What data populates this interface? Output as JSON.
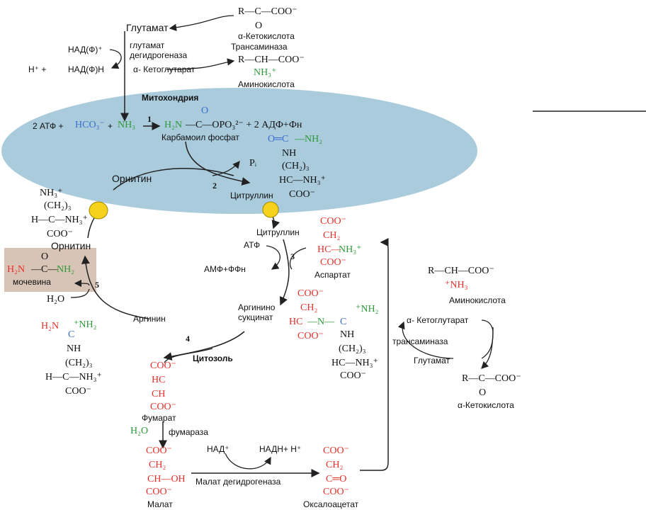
{
  "colors": {
    "mitochondria_fill": "#a9cbdc",
    "enzyme_dot": "#f7d21c",
    "urea_box": "#d8c4b6",
    "nitrogen_green": "#2e9a3a",
    "aspartate_red": "#e8302a",
    "carbonyl_blue": "#3a6fd0"
  },
  "top": {
    "glutamate": "Глутамат",
    "ketoacid_formula": "R—C—COO⁻",
    "ketoacid_o": "O",
    "ketoacid_label": "α-Кетокислота",
    "transaminase": "Трансаминаза",
    "aminoacid_formula": "R—CH—COO⁻",
    "aminoacid_nh3": "NH₃⁺",
    "aminoacid_label": "Аминокислота",
    "nadp_plus": "НАД(Ф)⁺",
    "enzyme_line1": "глутамат",
    "enzyme_line2": "дегидрогеназа",
    "h_plus": "H⁺ +",
    "nadph": "НАД(Ф)Н",
    "alpha_kg": "α- Кетоглутарат"
  },
  "mito": {
    "title": "Митохондрия",
    "eq_left": "2 АТФ +",
    "hco3": "HCO₃⁻",
    "plus": "+",
    "nh3": "NH₃",
    "step1": "1",
    "cp_h2n": "H₂N",
    "cp_rest": "—C—OPO₃²⁻ + 2 АДФ+Фн",
    "cp_o": "O",
    "carbamoyl": "Карбамоил фосфат",
    "pi": "Pᵢ",
    "step2": "2",
    "ornithine": "Орнитин",
    "citrulline": "Цитруллин",
    "cit_l1_o": "O═C",
    "cit_l1_nh2": "—NH₂",
    "cit_l2": "NH",
    "cit_l3": "(CH₂)₃",
    "cit_l4": "HC—NH₃⁺",
    "cit_l5": "COO⁻"
  },
  "orn": {
    "nh3": "NH₃⁺",
    "ch2": "(CH₂)₃",
    "h_c": "H—C—NH₃⁺",
    "coo": "COO⁻",
    "name": "Орнитин"
  },
  "urea": {
    "o": "O",
    "h2n": "H₂N",
    "c": "—C—",
    "nh2": "NH₂",
    "name": "мочевина",
    "step5": "5",
    "h2o": "H₂O"
  },
  "cytosol": {
    "citrulline": "Цитруллин",
    "atp": "АТФ",
    "step3": "3",
    "amp": "АМФ+ФФн",
    "asp_coo": "COO⁻",
    "asp_ch2": "CH₂",
    "asp_hc": "HC—",
    "asp_nh3": "NH₃⁺",
    "asp_coo2": "COO⁻",
    "aspartate": "Аспартат",
    "as_name1": "Аргинино",
    "as_name2": "сукцинат",
    "as_coo": "COO⁻",
    "as_ch2": "CH₂",
    "as_hc": "HC",
    "as_n": "—N—",
    "as_c": "C",
    "as_nh2": "⁺NH₂",
    "as_coo2": "COO⁻",
    "as_nh": "NH",
    "as_ch23": "(CH₂)₃",
    "as_hcnh3": "HC—NH₃⁺",
    "as_coo3": "COO⁻",
    "arginine": "Аргинин",
    "arg_h2n": "H₂N",
    "arg_nh2": "⁺NH₂",
    "arg_c": "C",
    "arg_nh": "NH",
    "arg_ch2": "(CH₂)₃",
    "arg_hc": "H—C—NH₃⁺",
    "arg_coo": "COO⁻",
    "step4": "4",
    "title": "Цитозоль",
    "fum_coo": "COO⁻",
    "fum_hc": "HC",
    "fum_ch": "CH",
    "fum_coo2": "COO⁻",
    "fumarate": "Фумарат",
    "h2o": "H₂O",
    "fumarase": "фумараза",
    "mal_coo": "COO⁻",
    "mal_ch2": "CH₂",
    "mal_choh": "CH—OH",
    "mal_coo2": "COO⁻",
    "malate": "Малат",
    "nad": "НАД⁺",
    "nadh": "НАДН+ H⁺",
    "malate_dh": "Малат дегидрогеназа",
    "oaa_coo": "COO⁻",
    "oaa_ch2": "CH₂",
    "oaa_co": "C═O",
    "oaa_coo2": "COO⁻",
    "oxaloacetate": "Оксалоацетат"
  },
  "right": {
    "aa_formula": "R—CH—COO⁻",
    "aa_nh3": "⁺NH₃",
    "aa_label": "Аминокислота",
    "akg": "α- Кетоглутарат",
    "transaminase": "трансаминаза",
    "glutamate": "Глутамат",
    "ka_formula": "R—C—COO⁻",
    "ka_o": "O",
    "ka_label": "α-Кетокислота"
  }
}
